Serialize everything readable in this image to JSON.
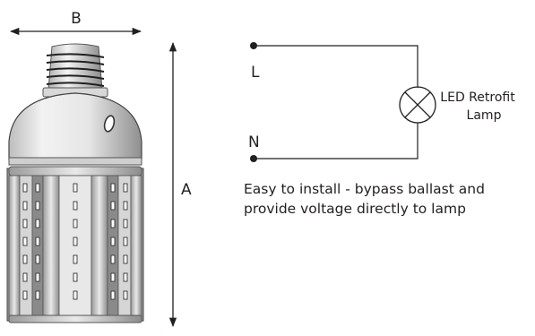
{
  "dimensions": {
    "width_label": "B",
    "height_label": "A"
  },
  "circuit": {
    "live_label": "L",
    "neutral_label": "N",
    "lamp_label_line1": "LED Retrofit",
    "lamp_label_line2": "Lamp"
  },
  "caption": {
    "line1": "Easy to install - bypass ballast and",
    "line2": "provide voltage directly to lamp"
  }
}
